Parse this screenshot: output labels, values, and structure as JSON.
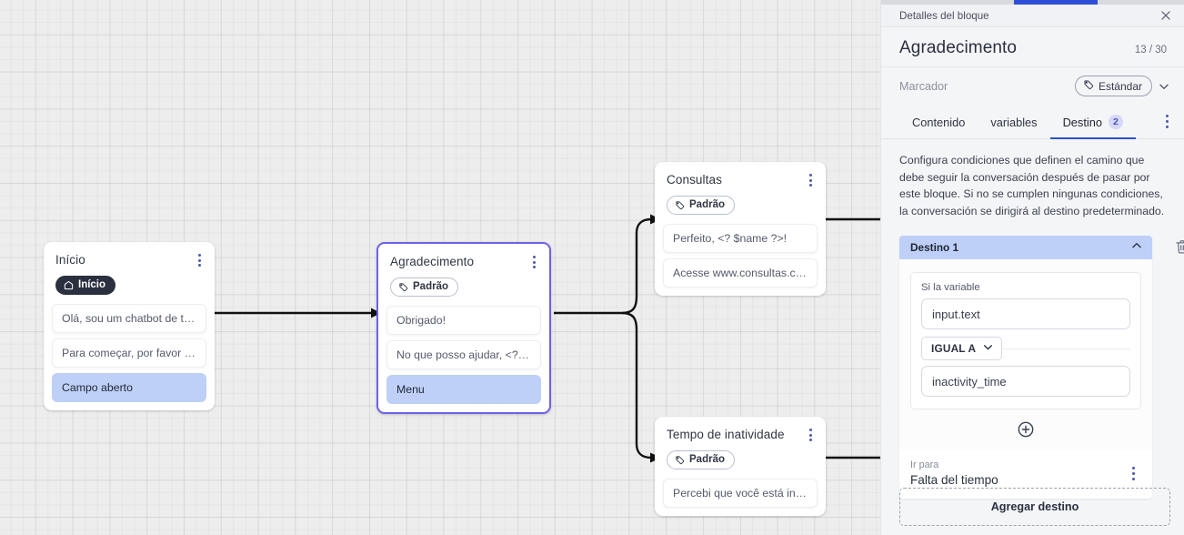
{
  "canvas": {
    "nodes": [
      {
        "id": "inicio",
        "title": "Início",
        "tag": "Início",
        "tag_icon": "home-icon",
        "selected": false,
        "messages": [
          {
            "text": "Olá, sou um chatbot de teste!",
            "highlight": false
          },
          {
            "text": "Para começar, por favor digite o ...",
            "highlight": false
          },
          {
            "text": "Campo aberto",
            "highlight": true
          }
        ]
      },
      {
        "id": "agradecimento",
        "title": "Agradecimento",
        "tag": "Padrão",
        "tag_icon": "tag-icon",
        "selected": true,
        "messages": [
          {
            "text": "Obrigado!",
            "highlight": false
          },
          {
            "text": "No que posso ajudar, <? $name ...",
            "highlight": false
          },
          {
            "text": "Menu",
            "highlight": true
          }
        ]
      },
      {
        "id": "consultas",
        "title": "Consultas",
        "tag": "Padrão",
        "tag_icon": "tag-icon",
        "selected": false,
        "messages": [
          {
            "text": "Perfeito, <? $name ?>!",
            "highlight": false
          },
          {
            "text": "Acesse www.consultas.com par...",
            "highlight": false
          }
        ]
      },
      {
        "id": "inatividade",
        "title": "Tempo de inatividade",
        "tag": "Padrão",
        "tag_icon": "tag-icon",
        "selected": false,
        "messages": [
          {
            "text": "Percebi que você está inativo. C...",
            "highlight": false
          }
        ]
      }
    ]
  },
  "panel": {
    "header_title": "Detalles del bloque",
    "close_icon": "close-icon",
    "block_title": "Agradecimento",
    "char_count": "13 / 30",
    "marcador_label": "Marcador",
    "marcador_value": "Estándar",
    "marcador_icon": "tag-icon",
    "tabs": [
      {
        "label": "Contenido",
        "active": false,
        "badge": ""
      },
      {
        "label": "variables",
        "active": false,
        "badge": ""
      },
      {
        "label": "Destino",
        "active": true,
        "badge": "2"
      }
    ],
    "description": "Configura condiciones que definen el camino que debe seguir la conversación después de pasar por este bloque. Si no se cumplen ningunas condiciones, la conversación se dirigirá al destino predeterminado.",
    "destino": {
      "header": "Destino 1",
      "collapse_icon": "chevron-up-icon",
      "trash_icon": "trash-icon",
      "condition_label": "Si la variable",
      "variable_value": "input.text",
      "operator": "IGUAL A",
      "operator_icon": "chevron-down-icon",
      "compare_value": "inactivity_time",
      "add_condition_icon": "plus-circle-icon",
      "goto_label": "Ir para",
      "goto_value": "Falta del tiempo",
      "goto_menu_icon": "kebab-icon"
    },
    "add_destination_label": "Agregar destino"
  },
  "colors": {
    "accent": "#2d4fd6",
    "selected_node_border": "#6c63e8",
    "highlight_msg": "#bed0f7",
    "badge_bg": "#d5d8f8"
  }
}
